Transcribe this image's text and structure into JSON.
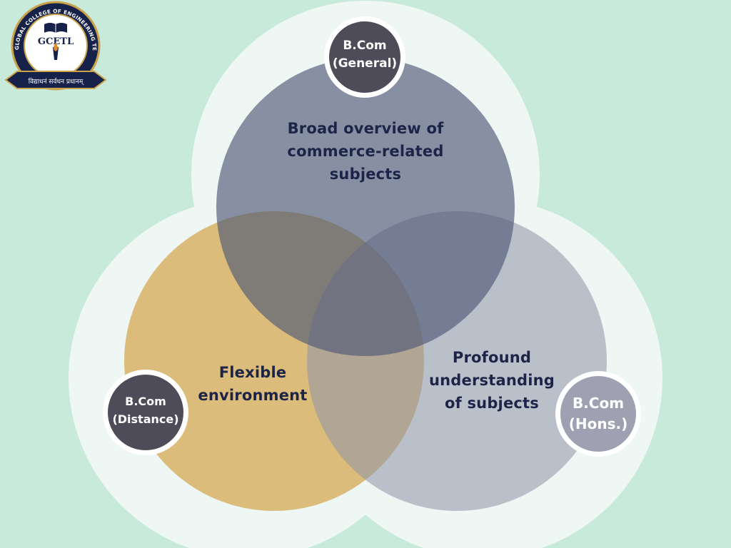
{
  "logo": {
    "ring_text": "GLOBAL COLLEGE OF ENGINEERING TECHNOLOGY & LEARNING",
    "abbr": "GCETL",
    "motto": "विद्याधनं सर्वधन प्रधानम्"
  },
  "diagram": {
    "circles": [
      {
        "id": "general",
        "label_lines": [
          "Broad overview of",
          "commerce-related",
          "subjects"
        ],
        "color": "#5b6580"
      },
      {
        "id": "distance",
        "label_lines": [
          "Flexible",
          "environment"
        ],
        "color": "#dbbc7b"
      },
      {
        "id": "hons",
        "label_lines": [
          "Profound",
          "understanding",
          "of subjects"
        ],
        "color": "#9da2b4"
      }
    ],
    "badges": [
      {
        "id": "general",
        "lines": [
          "B.Com",
          "(General)"
        ],
        "color": "#4f4c5a"
      },
      {
        "id": "distance",
        "lines": [
          "B.Com",
          "(Distance)"
        ],
        "color": "#4f4c5a"
      },
      {
        "id": "hons",
        "lines": [
          "B.Com",
          "(Hons.)"
        ],
        "color": "#9fa1b3"
      }
    ]
  }
}
